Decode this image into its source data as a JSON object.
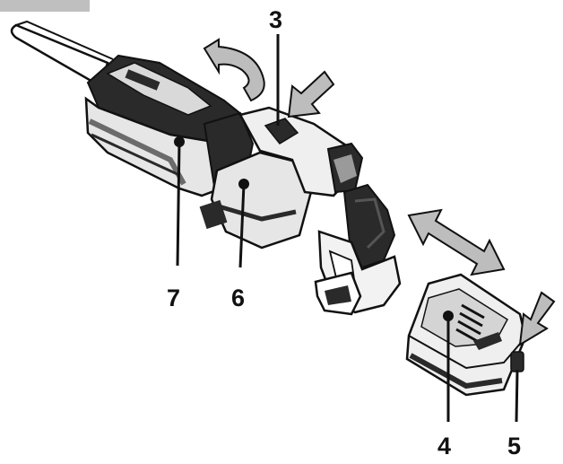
{
  "diagram": {
    "callouts": [
      {
        "id": "3",
        "label": "3"
      },
      {
        "id": "4",
        "label": "4"
      },
      {
        "id": "5",
        "label": "5"
      },
      {
        "id": "6",
        "label": "6"
      },
      {
        "id": "7",
        "label": "7"
      }
    ],
    "colors": {
      "line": "#111111",
      "body_dark": "#2a2a2a",
      "body_mid": "#6b6b6b",
      "body_light": "#d9d9d9",
      "arrow_fill": "#bdbdbd",
      "tab_fill": "#bfbfbf"
    },
    "parts": [
      "chain-bar",
      "tool-body",
      "handle",
      "battery-pack"
    ]
  }
}
